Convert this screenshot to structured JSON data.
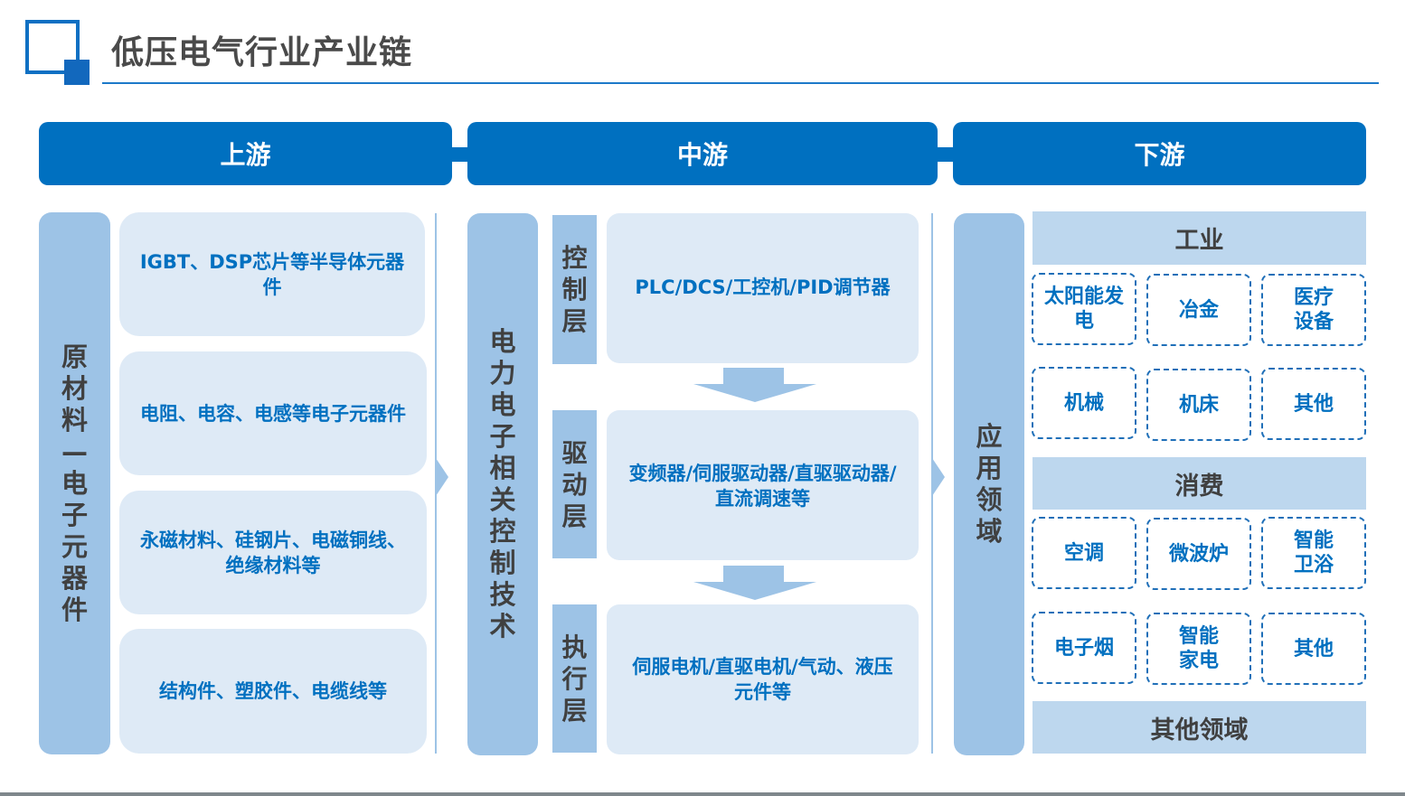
{
  "title": "低压电气行业产业链",
  "headers": {
    "upstream": "上游",
    "midstream": "中游",
    "downstream": "下游"
  },
  "upstream": {
    "category": "原材料—电子元器件",
    "items": [
      "IGBT、DSP芯片等半导体元器件",
      "电阻、电容、电感等电子元器件",
      "永磁材料、硅钢片、电磁铜线、绝缘材料等",
      "结构件、塑胶件、电缆线等"
    ]
  },
  "midstream": {
    "category": "电力电子相关控制技术",
    "layers": [
      {
        "name": "控制层",
        "content": "PLC/DCS/工控机/PID调节器"
      },
      {
        "name": "驱动层",
        "content": "变频器/伺服驱动器/直驱驱动器/直流调速等"
      },
      {
        "name": "执行层",
        "content": "伺服电机/直驱电机/气动、液压元件等"
      }
    ]
  },
  "downstream": {
    "category": "应用领域",
    "groups": [
      {
        "name": "工业",
        "items": [
          "太阳能发电",
          "冶金",
          "医疗设备",
          "机械",
          "机床",
          "其他"
        ]
      },
      {
        "name": "消费",
        "items": [
          "空调",
          "微波炉",
          "智能卫浴",
          "电子烟",
          "智能家电",
          "其他"
        ]
      }
    ],
    "other": "其他领域"
  },
  "colors": {
    "primary": "#0070c0",
    "light_blue": "#9dc3e6",
    "pale_blue": "#deeaf6",
    "category_blue": "#bdd7ee",
    "title_gray": "#4a4a4a"
  }
}
